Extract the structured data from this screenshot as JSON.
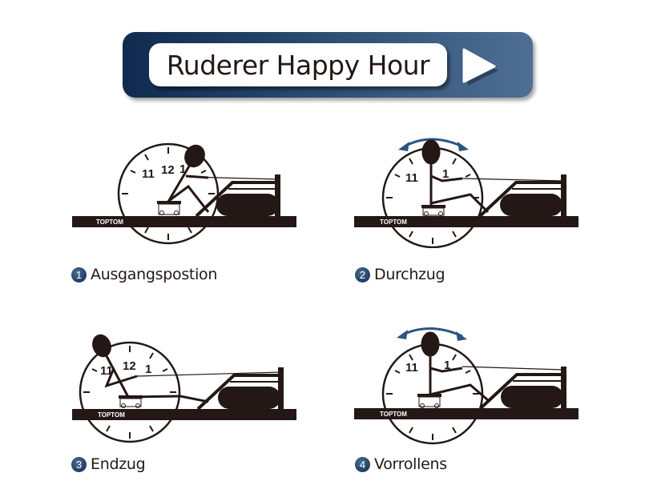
{
  "header": {
    "title": "Ruderer Happy Hour",
    "play_icon": "play-icon",
    "colors": {
      "gradient_start": "#0f2a4e",
      "gradient_end": "#4e6f93",
      "pill": "#ffffff"
    }
  },
  "steps": [
    {
      "number": "1",
      "label": "Ausgangspostion",
      "clock_numbers": [
        "11",
        "12",
        "1"
      ],
      "brand": "TOPTOM",
      "posture": "catch"
    },
    {
      "number": "2",
      "label": "Durchzug",
      "clock_numbers": [
        "11",
        "1"
      ],
      "brand": "TOPTOM",
      "posture": "drive",
      "arrow": "swing-arrow"
    },
    {
      "number": "3",
      "label": "Endzug",
      "clock_numbers": [
        "11",
        "12",
        "1"
      ],
      "brand": "TOPTOM",
      "posture": "finish"
    },
    {
      "number": "4",
      "label": "Vorrollens",
      "clock_numbers": [
        "11",
        "1"
      ],
      "brand": "TOPTOM",
      "posture": "recovery",
      "arrow": "swing-arrow"
    }
  ],
  "colors": {
    "ink": "#231815",
    "accent": "#2b5480",
    "badge": "#1f3c63"
  }
}
